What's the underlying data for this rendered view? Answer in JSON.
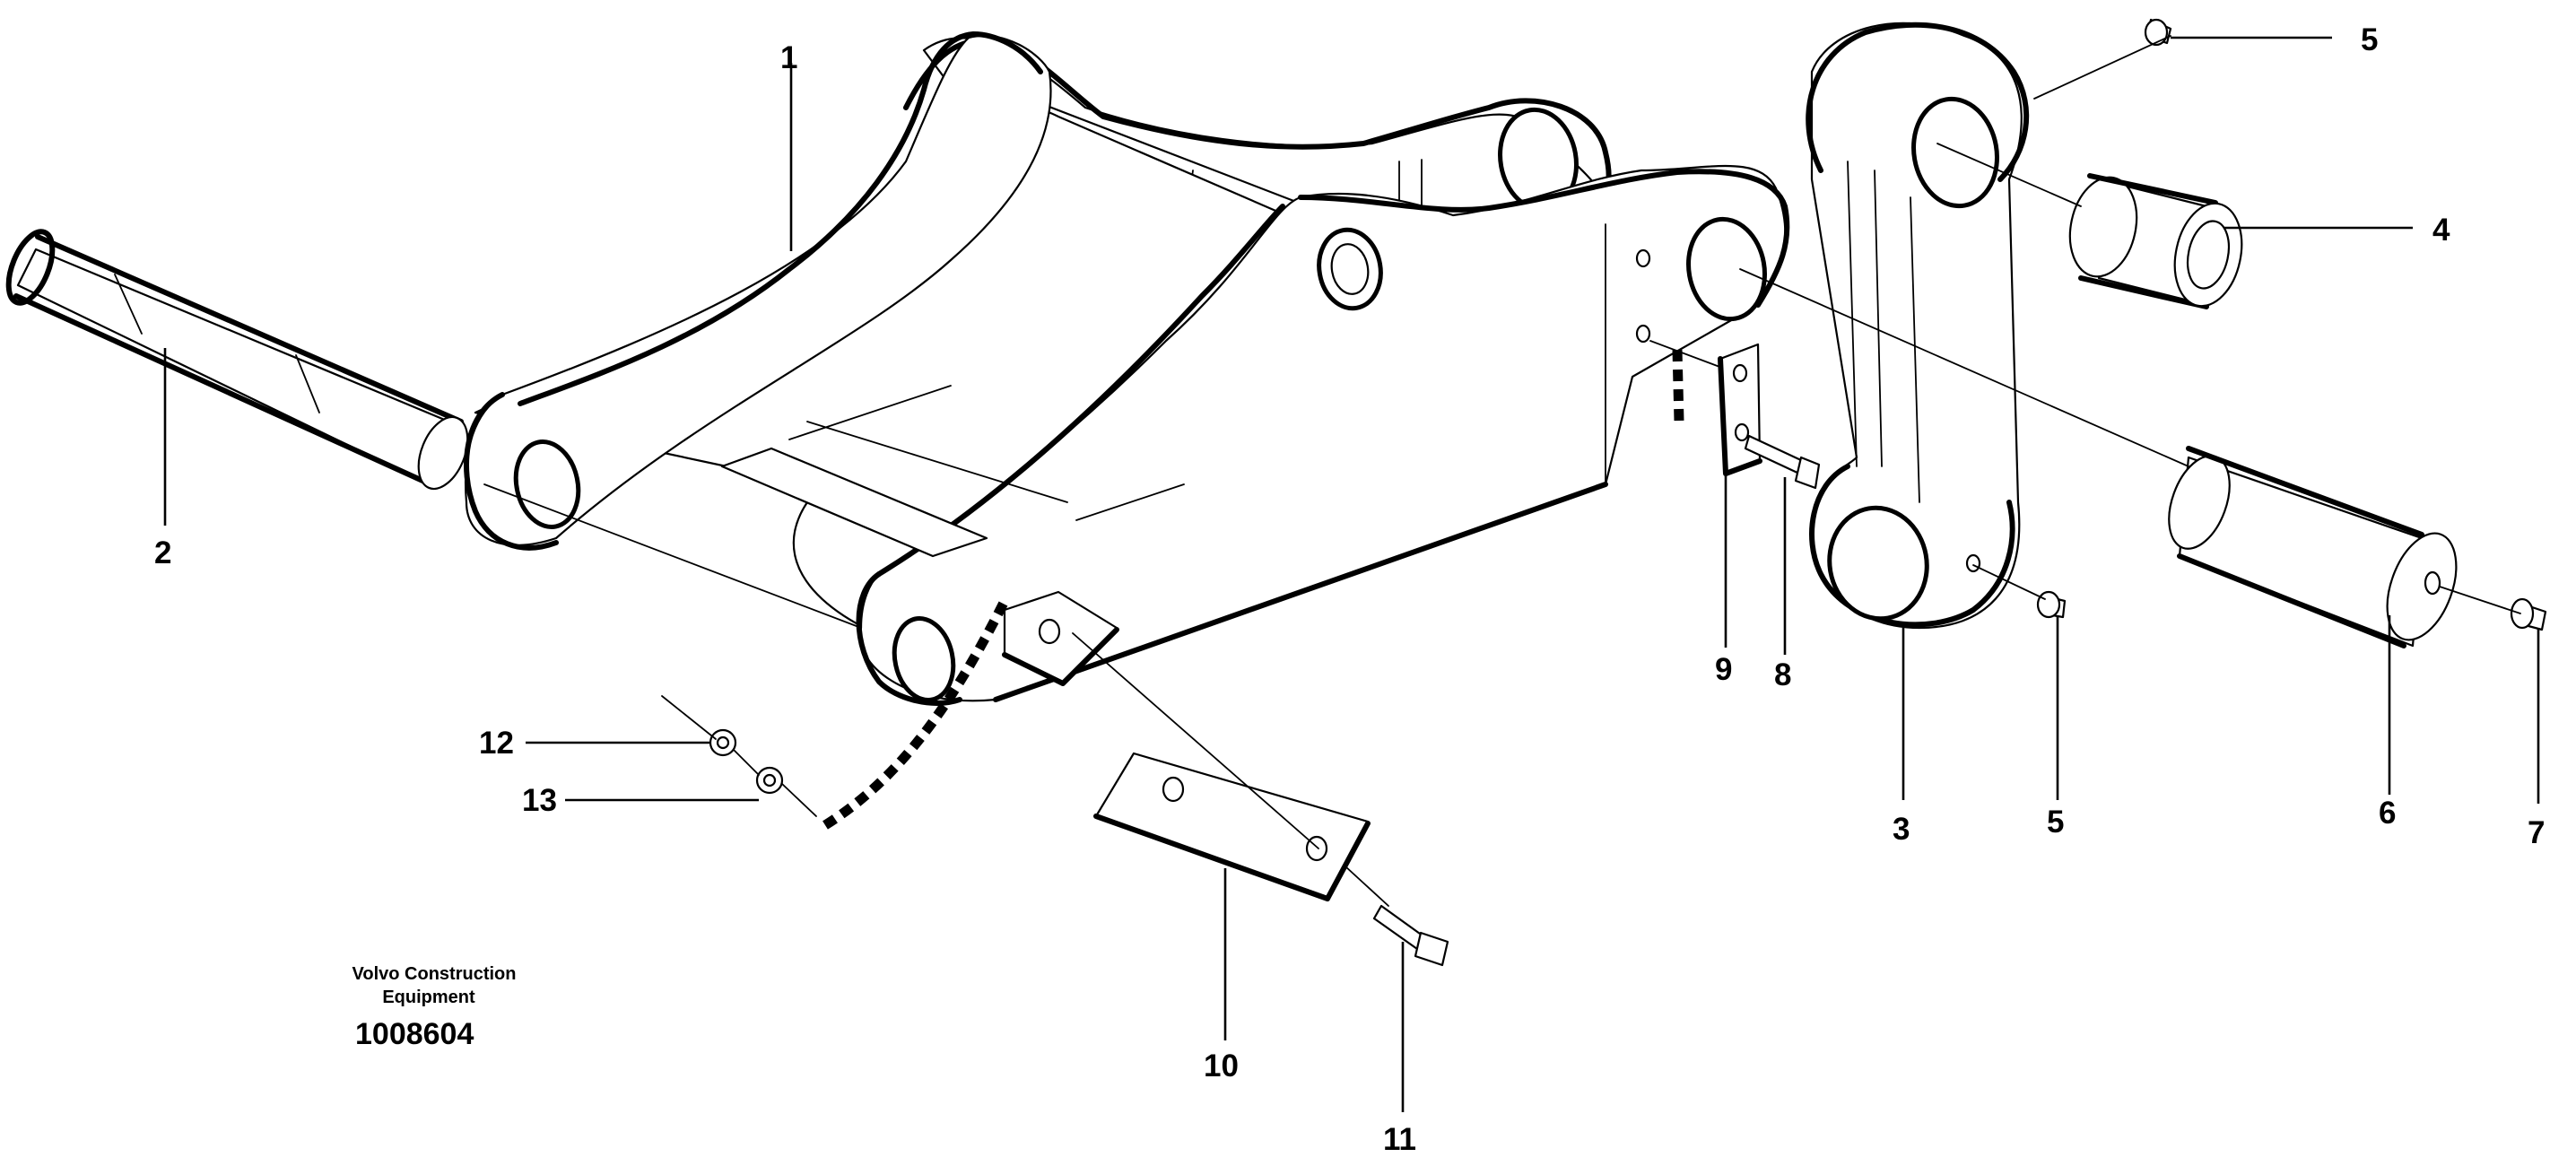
{
  "callouts": {
    "c1": "1",
    "c2": "2",
    "c3": "3",
    "c4": "4",
    "c5a": "5",
    "c5b": "5",
    "c6": "6",
    "c7": "7",
    "c8": "8",
    "c9": "9",
    "c10": "10",
    "c11": "11",
    "c12": "12",
    "c13": "13"
  },
  "brand": {
    "line1": "Volvo Construction",
    "line2": "Equipment",
    "reference": "1008604"
  }
}
